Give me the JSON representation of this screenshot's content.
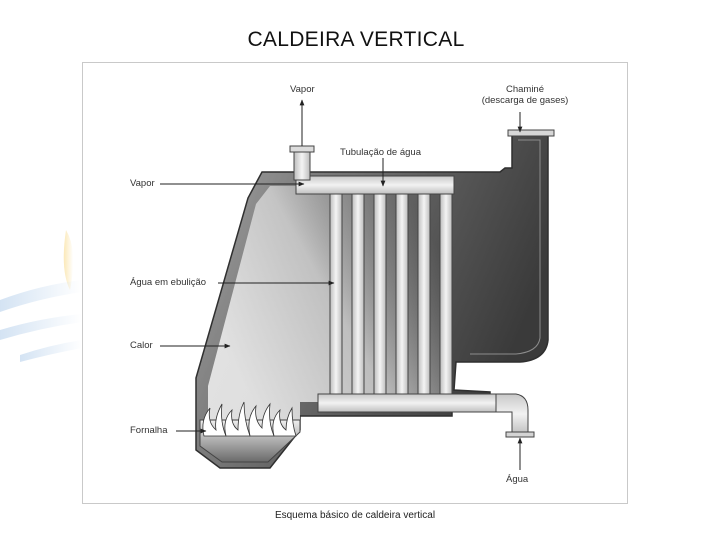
{
  "title": "CALDEIRA VERTICAL",
  "diagram": {
    "labels": {
      "vapor_top": "Vapor",
      "chimney_line1": "Chaminé",
      "chimney_line2": "(descarga de gases)",
      "water_tubes": "Tubulação de água",
      "vapor_left": "Vapor",
      "boiling_water": "Água em ebulição",
      "heat": "Calor",
      "furnace": "Fornalha",
      "water_inlet": "Água"
    },
    "caption": "Esquema básico de caldeira vertical"
  },
  "colors": {
    "shell_dark": "#4a4a4a",
    "pipe_light": "#e4e4e4",
    "accent_deco": "#f5d27a"
  }
}
